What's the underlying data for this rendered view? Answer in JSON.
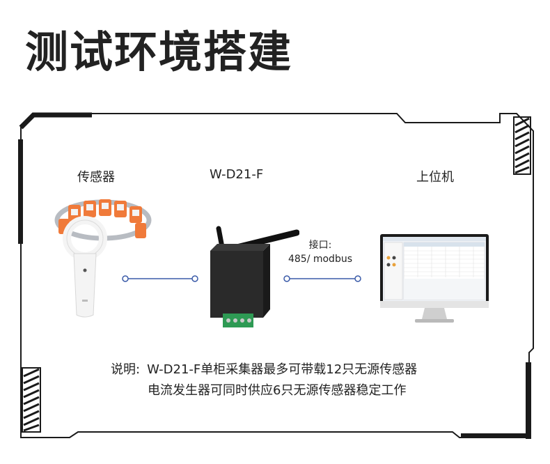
{
  "page": {
    "title": "测试环境搭建"
  },
  "labels": {
    "sensor": "传感器",
    "collector": "W-D21-F",
    "host": "上位机"
  },
  "interface": {
    "line1": "接口:",
    "line2": "485/ modbus"
  },
  "note": {
    "prefix": "说明:",
    "line1": "W-D21-F单柜采集器最多可带载12只无源传感器",
    "line2": "电流发生器可同时供应6只无源传感器稳定工作"
  },
  "colors": {
    "frame": "#1a1a1a",
    "connector": "#3a5aa8",
    "sensor_orange": "#f07a3a",
    "device_body": "#2a2a2a",
    "terminal_green": "#2e9a54"
  },
  "icons": {
    "sensor": "wireless-current-sensor-icon",
    "collector": "collector-device-icon",
    "host": "monitor-computer-icon"
  }
}
